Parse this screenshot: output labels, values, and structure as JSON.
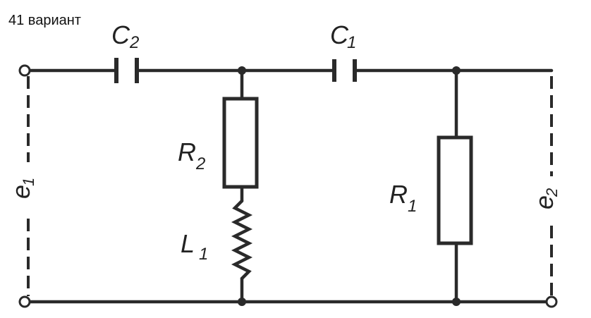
{
  "title": "41 вариант",
  "labels": {
    "c2": "C",
    "c2_sub": "2",
    "c1": "C",
    "c1_sub": "1",
    "r2": "R",
    "r2_sub": "2",
    "l1": "L",
    "l1_sub": "1",
    "r1": "R",
    "r1_sub": "1",
    "e1": "e",
    "e1_sub": "1",
    "e2": "e",
    "e2_sub": "2"
  }
}
